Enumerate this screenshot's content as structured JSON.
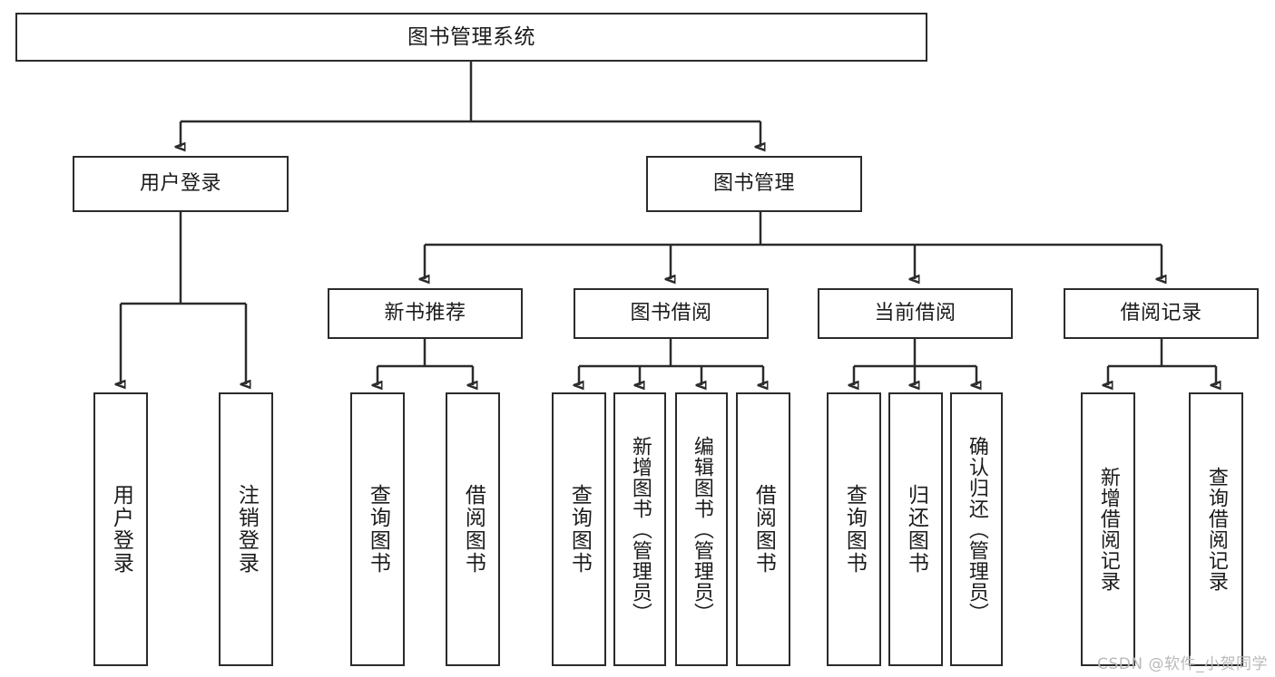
{
  "diagram": {
    "title": "图书管理系统",
    "type": "功能结构图",
    "watermark": "CSDN @软件_小贺同学",
    "colors": {
      "stroke": "#2b2b2b",
      "fill": "#ffffff",
      "text": "#1b1b1b",
      "watermark": "#b9b9b9"
    },
    "levels": [
      {
        "level": 0,
        "labels": [
          "图书管理系统"
        ]
      },
      {
        "level": 1,
        "labels": [
          "用户登录",
          "图书管理"
        ]
      },
      {
        "level": 2,
        "labels": [
          "新书推荐",
          "图书借阅",
          "当前借阅",
          "借阅记录"
        ]
      },
      {
        "level": 3,
        "labels": [
          "用户登录",
          "注销登录",
          "查询图书",
          "借阅图书",
          "查询图书",
          "新增图书（管理员）",
          "编辑图书（管理员）",
          "借阅图书",
          "查询图书",
          "归还图书",
          "确认归还（管理员）",
          "新增借阅记录",
          "查询借阅记录"
        ]
      }
    ],
    "nodes": {
      "root": {
        "label": "图书管理系统"
      },
      "user_login": {
        "label": "用户登录"
      },
      "book_manage": {
        "label": "图书管理"
      },
      "new_book_rec": {
        "label": "新书推荐"
      },
      "book_borrow": {
        "label": "图书借阅"
      },
      "current_borrow": {
        "label": "当前借阅"
      },
      "borrow_record": {
        "label": "借阅记录"
      },
      "leaf_user_login": {
        "label": "用户登录"
      },
      "leaf_logout": {
        "label": "注销登录"
      },
      "leaf_query_book_1": {
        "label": "查询图书"
      },
      "leaf_borrow_book_1": {
        "label": "借阅图书"
      },
      "leaf_query_book_2": {
        "label": "查询图书"
      },
      "leaf_add_book": {
        "label": "新增图书（管理员）"
      },
      "leaf_edit_book": {
        "label": "编辑图书（管理员）"
      },
      "leaf_borrow_book_2": {
        "label": "借阅图书"
      },
      "leaf_query_book_3": {
        "label": "查询图书"
      },
      "leaf_return_book": {
        "label": "归还图书"
      },
      "leaf_confirm_return": {
        "label": "确认归还（管理员）"
      },
      "leaf_add_record": {
        "label": "新增借阅记录"
      },
      "leaf_query_record": {
        "label": "查询借阅记录"
      }
    },
    "edges": [
      {
        "from": "root",
        "to": "user_login"
      },
      {
        "from": "root",
        "to": "book_manage"
      },
      {
        "from": "user_login",
        "to": "leaf_user_login"
      },
      {
        "from": "user_login",
        "to": "leaf_logout"
      },
      {
        "from": "book_manage",
        "to": "new_book_rec"
      },
      {
        "from": "book_manage",
        "to": "book_borrow"
      },
      {
        "from": "book_manage",
        "to": "current_borrow"
      },
      {
        "from": "book_manage",
        "to": "borrow_record"
      },
      {
        "from": "new_book_rec",
        "to": "leaf_query_book_1"
      },
      {
        "from": "new_book_rec",
        "to": "leaf_borrow_book_1"
      },
      {
        "from": "book_borrow",
        "to": "leaf_query_book_2"
      },
      {
        "from": "book_borrow",
        "to": "leaf_add_book"
      },
      {
        "from": "book_borrow",
        "to": "leaf_edit_book"
      },
      {
        "from": "book_borrow",
        "to": "leaf_borrow_book_2"
      },
      {
        "from": "current_borrow",
        "to": "leaf_query_book_3"
      },
      {
        "from": "current_borrow",
        "to": "leaf_return_book"
      },
      {
        "from": "current_borrow",
        "to": "leaf_confirm_return"
      },
      {
        "from": "borrow_record",
        "to": "leaf_add_record"
      },
      {
        "from": "borrow_record",
        "to": "leaf_query_record"
      }
    ]
  }
}
